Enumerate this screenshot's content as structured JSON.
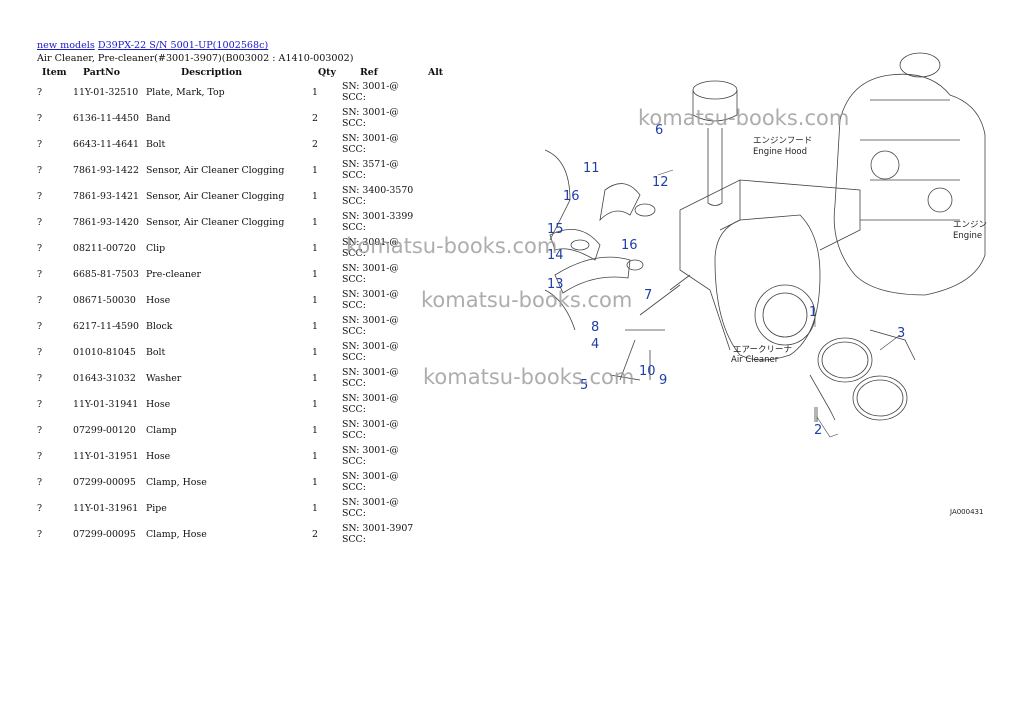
{
  "breadcrumb": {
    "link1": "new models",
    "link2": "D39PX-22 S/N 5001-UP(1002568c)"
  },
  "subtitle": "Air Cleaner, Pre-cleaner(#3001-3907)(B003002 : A1410-003002)",
  "table": {
    "headers": {
      "item": "Item",
      "partno": "PartNo",
      "description": "Description",
      "qty": "Qty",
      "ref": "Ref",
      "alt": "Alt"
    },
    "rows": [
      {
        "item": "?",
        "partno": "11Y-01-32510",
        "description": "Plate, Mark, Top",
        "qty": "1",
        "sn": "SN: 3001-@",
        "scc": "SCC:"
      },
      {
        "item": "?",
        "partno": "6136-11-4450",
        "description": "Band",
        "qty": "2",
        "sn": "SN: 3001-@",
        "scc": "SCC:"
      },
      {
        "item": "?",
        "partno": "6643-11-4641",
        "description": "Bolt",
        "qty": "2",
        "sn": "SN: 3001-@",
        "scc": "SCC:"
      },
      {
        "item": "?",
        "partno": "7861-93-1422",
        "description": "Sensor, Air Cleaner Clogging",
        "qty": "1",
        "sn": "SN: 3571-@",
        "scc": "SCC:"
      },
      {
        "item": "?",
        "partno": "7861-93-1421",
        "description": "Sensor, Air Cleaner Clogging",
        "qty": "1",
        "sn": "SN: 3400-3570",
        "scc": "SCC:"
      },
      {
        "item": "?",
        "partno": "7861-93-1420",
        "description": "Sensor, Air Cleaner Clogging",
        "qty": "1",
        "sn": "SN: 3001-3399",
        "scc": "SCC:"
      },
      {
        "item": "?",
        "partno": "08211-00720",
        "description": "Clip",
        "qty": "1",
        "sn": "SN: 3001-@",
        "scc": "SCC:"
      },
      {
        "item": "?",
        "partno": "6685-81-7503",
        "description": "Pre-cleaner",
        "qty": "1",
        "sn": "SN: 3001-@",
        "scc": "SCC:"
      },
      {
        "item": "?",
        "partno": "08671-50030",
        "description": "Hose",
        "qty": "1",
        "sn": "SN: 3001-@",
        "scc": "SCC:"
      },
      {
        "item": "?",
        "partno": "6217-11-4590",
        "description": "Block",
        "qty": "1",
        "sn": "SN: 3001-@",
        "scc": "SCC:"
      },
      {
        "item": "?",
        "partno": "01010-81045",
        "description": "Bolt",
        "qty": "1",
        "sn": "SN: 3001-@",
        "scc": "SCC:"
      },
      {
        "item": "?",
        "partno": "01643-31032",
        "description": "Washer",
        "qty": "1",
        "sn": "SN: 3001-@",
        "scc": "SCC:"
      },
      {
        "item": "?",
        "partno": "11Y-01-31941",
        "description": "Hose",
        "qty": "1",
        "sn": "SN: 3001-@",
        "scc": "SCC:"
      },
      {
        "item": "?",
        "partno": "07299-00120",
        "description": "Clamp",
        "qty": "1",
        "sn": "SN: 3001-@",
        "scc": "SCC:"
      },
      {
        "item": "?",
        "partno": "11Y-01-31951",
        "description": "Hose",
        "qty": "1",
        "sn": "SN: 3001-@",
        "scc": "SCC:"
      },
      {
        "item": "?",
        "partno": "07299-00095",
        "description": "Clamp, Hose",
        "qty": "1",
        "sn": "SN: 3001-@",
        "scc": "SCC:"
      },
      {
        "item": "?",
        "partno": "11Y-01-31961",
        "description": "Pipe",
        "qty": "1",
        "sn": "SN: 3001-@",
        "scc": "SCC:"
      },
      {
        "item": "?",
        "partno": "07299-00095",
        "description": "Clamp, Hose",
        "qty": "2",
        "sn": "SN: 3001-3907",
        "scc": "SCC:"
      }
    ]
  },
  "diagram": {
    "callouts": [
      "1",
      "2",
      "3",
      "4",
      "5",
      "6",
      "7",
      "8",
      "9",
      "10",
      "11",
      "12",
      "13",
      "14",
      "15",
      "16",
      "16"
    ],
    "label_engine_hood_jp": "エンジンフード",
    "label_engine_hood_en": "Engine Hood",
    "label_air_cleaner_jp": "エアークリーナ",
    "label_air_cleaner_en": "Air Cleaner",
    "label_engine_jp": "エンジン",
    "label_engine_en": "Engine",
    "figure_code": "JA000431",
    "callout_color": "#1f3fa8"
  },
  "watermark": "komatsu-books.com"
}
